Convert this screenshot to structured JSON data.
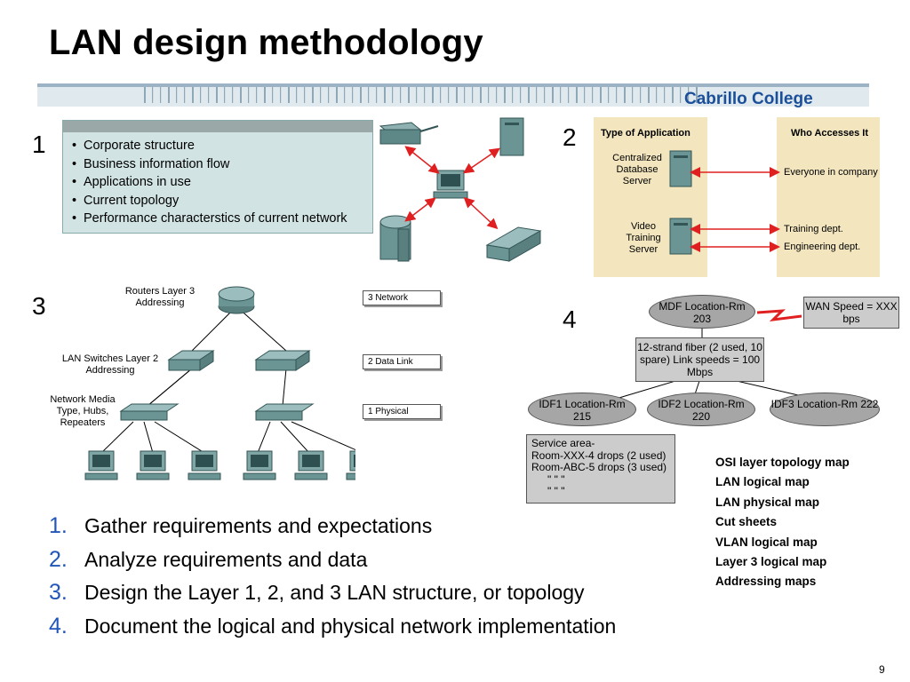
{
  "title": "LAN design methodology",
  "brand": "Cabrillo College",
  "section_numbers": [
    "1",
    "2",
    "3",
    "4"
  ],
  "requirements": [
    "Corporate structure",
    "Business information flow",
    "Applications in use",
    "Current topology",
    "Performance characterstics of current network"
  ],
  "app_table": {
    "col1_header": "Type of Application",
    "col2_header": "Who Accesses It",
    "app1": "Centralized Database Server",
    "app2": "Video Training Server",
    "access1": "Everyone in company",
    "access2a": "Training dept.",
    "access2b": "Engineering dept."
  },
  "hierarchy": {
    "routers_label": "Routers Layer 3 Addressing",
    "switches_label": "LAN Switches Layer 2 Addressing",
    "media_label": "Network Media Type, Hubs, Repeaters",
    "osi_network": "3    Network",
    "osi_datalink": "2    Data Link",
    "osi_physical": "1    Physical"
  },
  "topology": {
    "mdf": "MDF Location-Rm 203",
    "wan": "WAN Speed = XXX bps",
    "fiber": "12-strand fiber (2 used, 10 spare) Link speeds = 100 Mbps",
    "idf1": "IDF1 Location-Rm 215",
    "idf2": "IDF2 Location-Rm 220",
    "idf3": "IDF3 Location-Rm 222",
    "service_title": "Service area-",
    "service_line1": "Room-XXX-4 drops (2 used)",
    "service_line2": "Room-ABC-5 drops (3 used)",
    "service_line3": "\"          \"          \"",
    "service_line4": "\"          \"          \""
  },
  "documents": [
    "OSI layer topology map",
    "LAN logical map",
    "LAN physical map",
    "Cut sheets",
    "VLAN logical map",
    "Layer 3 logical map",
    "Addressing maps"
  ],
  "steps": [
    {
      "num": "1.",
      "text": "Gather requirements and expectations"
    },
    {
      "num": "2.",
      "text": "Analyze requirements and data"
    },
    {
      "num": "3.",
      "text": "Design the Layer 1, 2, and 3 LAN structure, or topology"
    },
    {
      "num": "4.",
      "text": "Document the logical and physical network implementation"
    }
  ],
  "page_number": "9",
  "colors": {
    "accent": "#2256b9",
    "brand": "#1b4f9a",
    "box": "#d1e3e3",
    "tan": "#f3e6bf",
    "arrow": "#e02020"
  }
}
